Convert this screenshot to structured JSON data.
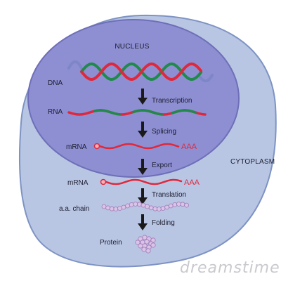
{
  "diagram": {
    "nucleus_label": "NUCLEUS",
    "cytoplasm_label": "CYTOPLASM",
    "molecules": {
      "dna": "DNA",
      "rna": "RNA",
      "mrna_nucleus": "mRNA",
      "mrna_cytoplasm": "mRNA",
      "aa_chain": "a.a. chain",
      "protein": "Protein"
    },
    "steps": {
      "transcription": "Transcription",
      "splicing": "Splicing",
      "export": "Export",
      "translation": "Translation",
      "folding": "Folding"
    },
    "poly_a_tail_1": "AAA",
    "poly_a_tail_2": "AAA"
  },
  "watermark": "dreamstime.com",
  "colors": {
    "cell": "#b8c6e4",
    "cell_border": "#7e93c3",
    "nucleus": "#8d8fd2",
    "nucleus_border": "#6e6fb8",
    "strand_red": "#e0283c",
    "strand_green": "#1f8a4a",
    "amino_acid": "#c7a6d8"
  }
}
